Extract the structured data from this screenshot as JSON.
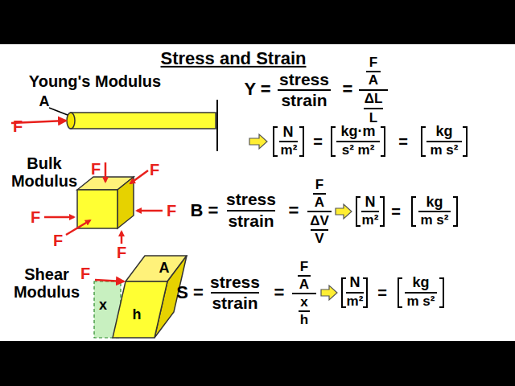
{
  "diagram": {
    "title": "Stress and Strain",
    "labels": [
      "Young's Modulus",
      "A",
      "F",
      "Y =",
      "stress",
      "strain",
      "=",
      "F",
      "A",
      "ΔL",
      "L",
      "N",
      "m²",
      "=",
      "kg·m",
      "s² m²",
      "=",
      "kg",
      "m s²",
      "Bulk Modulus",
      "F",
      "F",
      "F",
      "F",
      "F",
      "F",
      "B =",
      "stress",
      "strain",
      "=",
      "F",
      "A",
      "ΔV",
      "V",
      "N",
      "m²",
      "=",
      "kg",
      "m s²",
      "Shear Modulus",
      "F",
      "A",
      "x",
      "h",
      "S =",
      "stress",
      "strain",
      "=",
      "F",
      "A",
      "x",
      "h",
      "N",
      "m²",
      "=",
      "kg",
      "m s²"
    ]
  }
}
